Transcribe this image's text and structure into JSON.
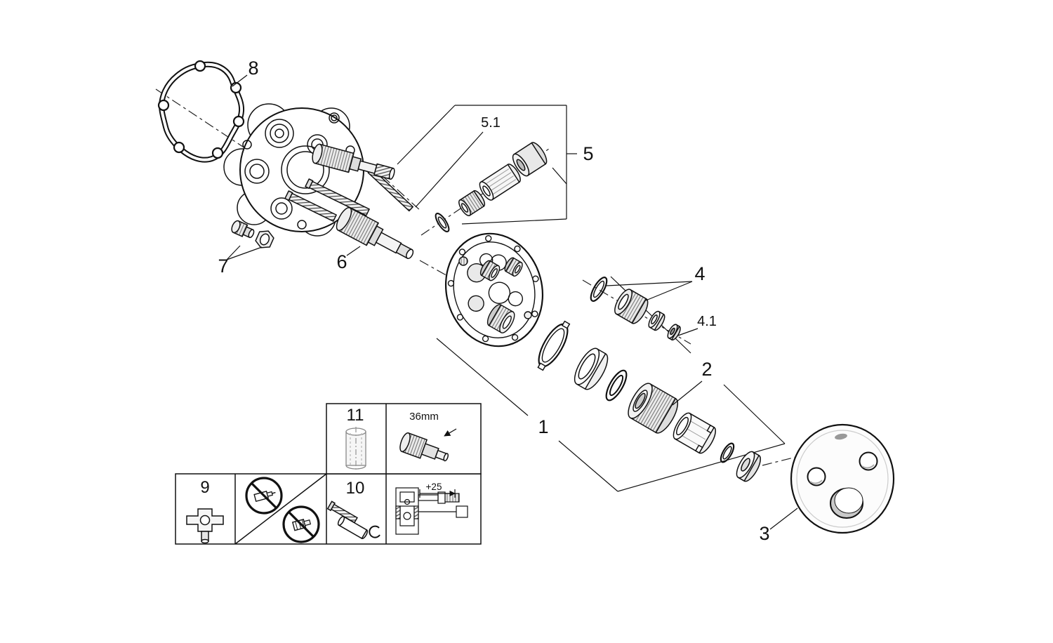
{
  "diagram": {
    "kind": "exploded-parts-diagram",
    "background": "#ffffff",
    "line_color": "#111111",
    "callouts": {
      "c1": "1",
      "c2": "2",
      "c3": "3",
      "c4": "4",
      "c4_1": "4.1",
      "c5": "5",
      "c5_1": "5.1",
      "c6": "6",
      "c7": "7",
      "c8": "8"
    },
    "legend": {
      "c9": "9",
      "c10": "10",
      "c11": "11",
      "dim_36mm": "36mm",
      "dim_plus25": "+25"
    }
  }
}
